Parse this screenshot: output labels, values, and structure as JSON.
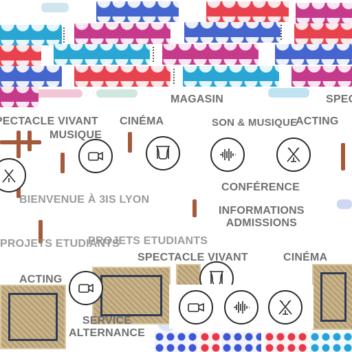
{
  "menu": {
    "magasin": "MAGASIN",
    "spectacle_vivant_top": "SPECTACLE VIVANT",
    "musique_top": "MUSIQUE",
    "cinema_top": "CINÉMA",
    "son_musique_top": "SON & MUSIQUE",
    "acting_top": "ACTING",
    "spec_partial": "SPEC",
    "bienvenue": "BIENVENUE À 3IS LYON",
    "conference": "CONFÉRENCE",
    "informations": "INFORMATIONS",
    "admissions": "ADMISSIONS",
    "projets_etudiants_a": "PROJETS ETUDIANTS",
    "projets_etudiants_b": "PROJETS ETUDIANTS",
    "spectacle_vivant_bottom": "SPECTACLE VIVANT",
    "cinema_bottom": "CINÉMA",
    "acting_bottom": "ACTING",
    "service": "SERVICE",
    "alternance": "ALTERNANCE"
  },
  "icons": {
    "i1": "theatre-curtain-icon",
    "i2": "film-camera-icon",
    "i3": "sound-wave-icon",
    "i4": "crossed-spotlights-icon"
  },
  "colors": {
    "blue": "#4565cf",
    "red": "#e8424f",
    "magenta": "#c53a8b",
    "cyan": "#29a6d4",
    "text": "#707070"
  }
}
